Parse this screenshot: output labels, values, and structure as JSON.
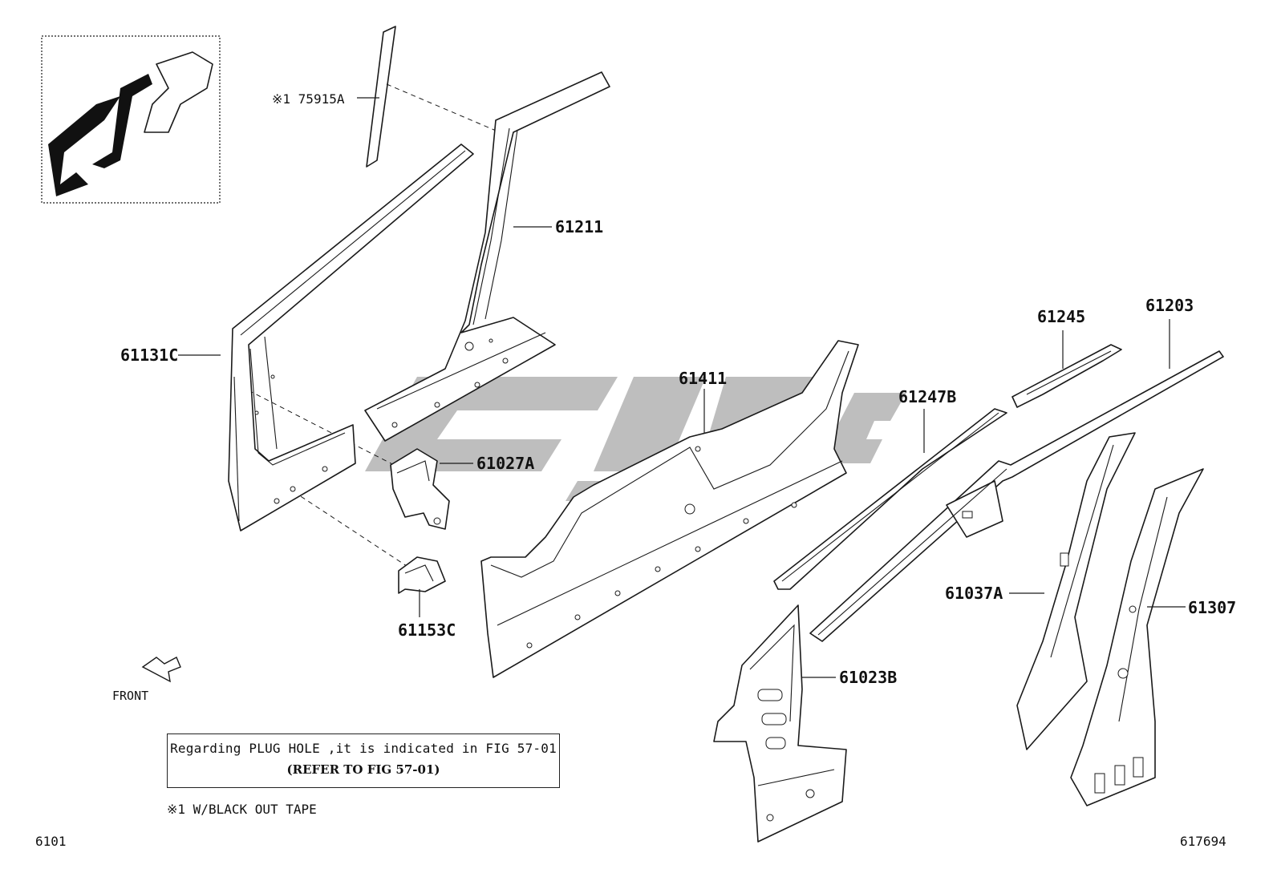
{
  "diagram": {
    "parts": [
      {
        "id": "p61211",
        "label": "61211"
      },
      {
        "id": "p61131c",
        "label": "61131C"
      },
      {
        "id": "p75915a",
        "label": "※1 75915A"
      },
      {
        "id": "p61027a",
        "label": "61027A"
      },
      {
        "id": "p61153c",
        "label": "61153C"
      },
      {
        "id": "p61411",
        "label": "61411"
      },
      {
        "id": "p61245",
        "label": "61245"
      },
      {
        "id": "p61203",
        "label": "61203"
      },
      {
        "id": "p61247b",
        "label": "61247B"
      },
      {
        "id": "p61037a",
        "label": "61037A"
      },
      {
        "id": "p61307",
        "label": "61307"
      },
      {
        "id": "p61023b",
        "label": "61023B"
      }
    ],
    "front_label": "FRONT",
    "note": {
      "line1": "Regarding PLUG HOLE ,it is indicated in FIG 57-01",
      "line2": "(REFER TO FIG 57-01)"
    },
    "footnote": "※1 W/BLACK OUT TAPE",
    "code_left": "6101",
    "code_right": "617694"
  },
  "colors": {
    "line": "#1a1a1a",
    "watermark": "#b3b3b3"
  }
}
